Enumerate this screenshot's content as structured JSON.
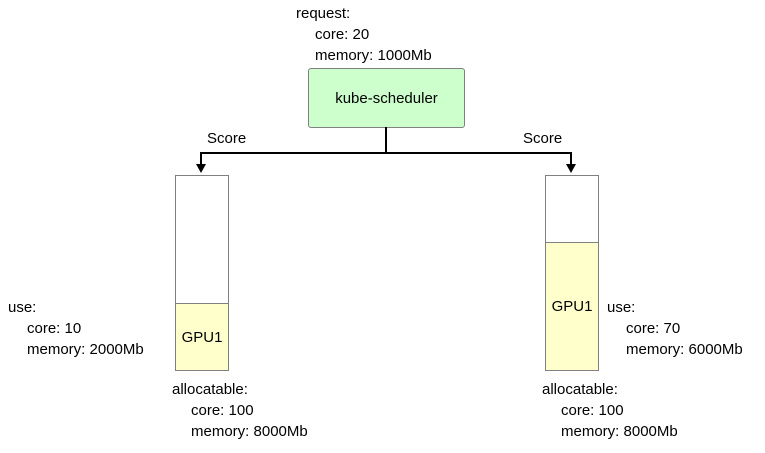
{
  "request": {
    "title": "request:",
    "lines": [
      "core: 20",
      "memory: 1000Mb"
    ]
  },
  "scheduler": {
    "label": "kube-scheduler"
  },
  "edges": {
    "left_label": "Score",
    "right_label": "Score"
  },
  "nodes": [
    {
      "gpu": "GPU1",
      "fill_percent": 34.5,
      "use": {
        "title": "use:",
        "lines": [
          "core: 10",
          "memory: 2000Mb"
        ]
      },
      "allocatable": {
        "title": "allocatable:",
        "lines": [
          "core: 100",
          "memory: 8000Mb"
        ]
      }
    },
    {
      "gpu": "GPU1",
      "fill_percent": 66,
      "use": {
        "title": "use:",
        "lines": [
          "core: 70",
          "memory: 6000Mb"
        ]
      },
      "allocatable": {
        "title": "allocatable:",
        "lines": [
          "core: 100",
          "memory: 8000Mb"
        ]
      }
    }
  ],
  "colors": {
    "scheduler_fill": "#ccffcc",
    "gpu_fill": "#ffffcc",
    "box_border": "#808080",
    "line": "#000000"
  }
}
